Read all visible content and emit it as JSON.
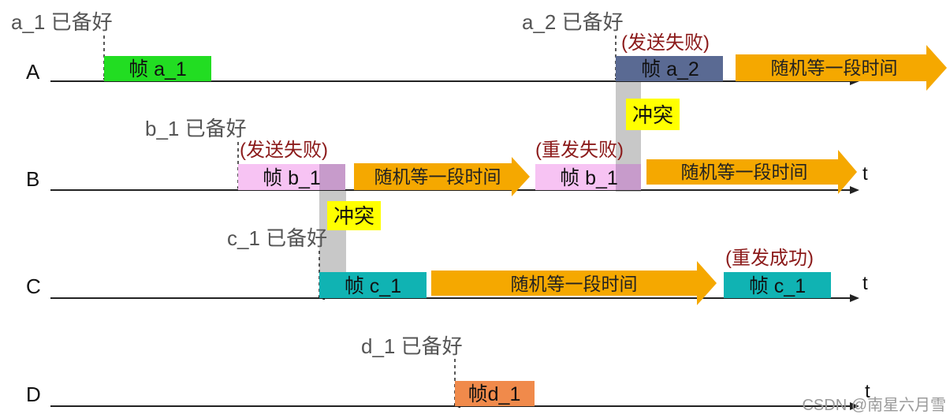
{
  "rows": [
    {
      "name": "A",
      "ready_label": "a_1 已备好",
      "ready2_label": "a_2 已备好"
    },
    {
      "name": "B",
      "ready_label": "b_1 已备好"
    },
    {
      "name": "C",
      "ready_label": "c_1 已备好"
    },
    {
      "name": "D",
      "ready_label": "d_1 已备好"
    }
  ],
  "time_label": "t",
  "frames": {
    "a1": "帧 a_1",
    "a2": "帧 a_2",
    "b1_first": "帧 b_1",
    "b1_second": "帧 b_1",
    "c1_first": "帧 c_1",
    "c1_second": "帧 c_1",
    "d1": "帧d_1"
  },
  "status": {
    "a2_fail": "(发送失败)",
    "b1_fail": "(发送失败)",
    "b1_refail": "(重发失败)",
    "c1_success": "(重发成功)"
  },
  "collision_label": "冲突",
  "backoff_label": "随机等一段时间",
  "watermark": "CSDN @南星六月雪",
  "colors": {
    "frame_a1": "#22dd22",
    "frame_a2": "#5a6a93",
    "frame_b1": "#f7c3f3",
    "frame_b1_overlap": "#c79bcb",
    "frame_c1": "#10b3b3",
    "frame_d1": "#f08a4b",
    "backoff_arrow": "#f5a800",
    "collision_bar": "#c8c8c8",
    "collision_label_bg": "#ffff00",
    "status_text": "#8b1a1a"
  }
}
